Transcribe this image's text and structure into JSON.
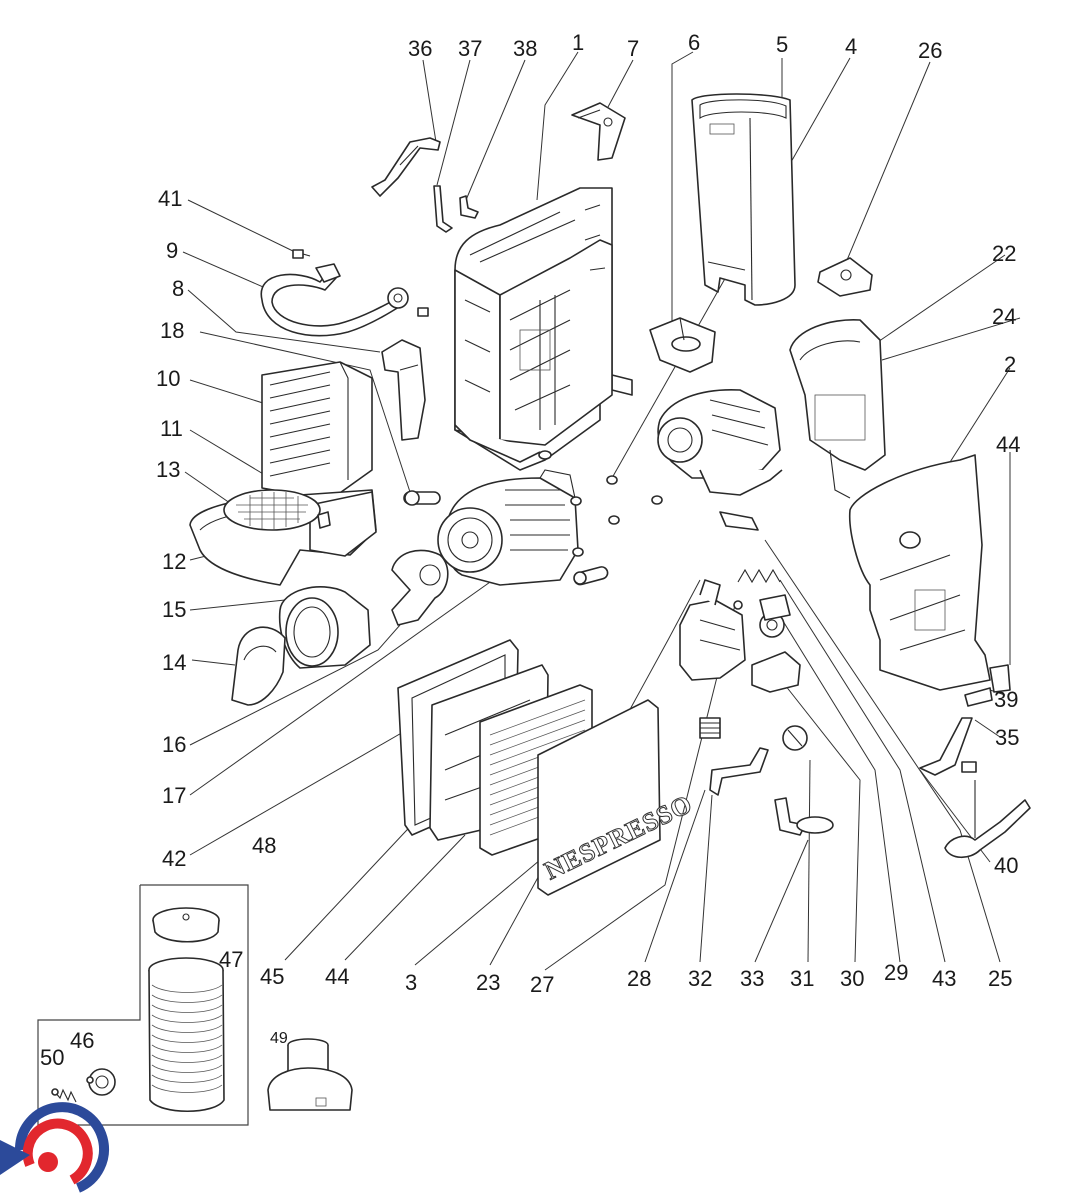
{
  "brand_text": "NESPRESSO",
  "callouts": [
    {
      "id": "c36",
      "text": "36"
    },
    {
      "id": "c37",
      "text": "37"
    },
    {
      "id": "c38",
      "text": "38"
    },
    {
      "id": "c1",
      "text": "1"
    },
    {
      "id": "c7",
      "text": "7"
    },
    {
      "id": "c6",
      "text": "6"
    },
    {
      "id": "c5",
      "text": "5"
    },
    {
      "id": "c4",
      "text": "4"
    },
    {
      "id": "c26",
      "text": "26"
    },
    {
      "id": "c41",
      "text": "41"
    },
    {
      "id": "c9",
      "text": "9"
    },
    {
      "id": "c8",
      "text": "8"
    },
    {
      "id": "c18",
      "text": "18"
    },
    {
      "id": "c10",
      "text": "10"
    },
    {
      "id": "c11",
      "text": "11"
    },
    {
      "id": "c13",
      "text": "13"
    },
    {
      "id": "c12",
      "text": "12"
    },
    {
      "id": "c15",
      "text": "15"
    },
    {
      "id": "c14",
      "text": "14"
    },
    {
      "id": "c16",
      "text": "16"
    },
    {
      "id": "c17",
      "text": "17"
    },
    {
      "id": "c42",
      "text": "42"
    },
    {
      "id": "c48",
      "text": "48"
    },
    {
      "id": "c22",
      "text": "22"
    },
    {
      "id": "c24",
      "text": "24"
    },
    {
      "id": "c2",
      "text": "2"
    },
    {
      "id": "c44r",
      "text": "44"
    },
    {
      "id": "c39",
      "text": "39"
    },
    {
      "id": "c35",
      "text": "35"
    },
    {
      "id": "c40",
      "text": "40"
    },
    {
      "id": "c47",
      "text": "47"
    },
    {
      "id": "c46",
      "text": "46"
    },
    {
      "id": "c50",
      "text": "50"
    },
    {
      "id": "c49",
      "text": "49"
    },
    {
      "id": "c45",
      "text": "45"
    },
    {
      "id": "c44b",
      "text": "44"
    },
    {
      "id": "c3",
      "text": "3"
    },
    {
      "id": "c23",
      "text": "23"
    },
    {
      "id": "c27",
      "text": "27"
    },
    {
      "id": "c28",
      "text": "28"
    },
    {
      "id": "c32",
      "text": "32"
    },
    {
      "id": "c33",
      "text": "33"
    },
    {
      "id": "c31",
      "text": "31"
    },
    {
      "id": "c30",
      "text": "30"
    },
    {
      "id": "c29",
      "text": "29"
    },
    {
      "id": "c43",
      "text": "43"
    },
    {
      "id": "c25",
      "text": "25"
    }
  ],
  "colors": {
    "logo_red": "#e2272e",
    "logo_blue": "#2c4a9a",
    "line": "#2a2a2a"
  }
}
